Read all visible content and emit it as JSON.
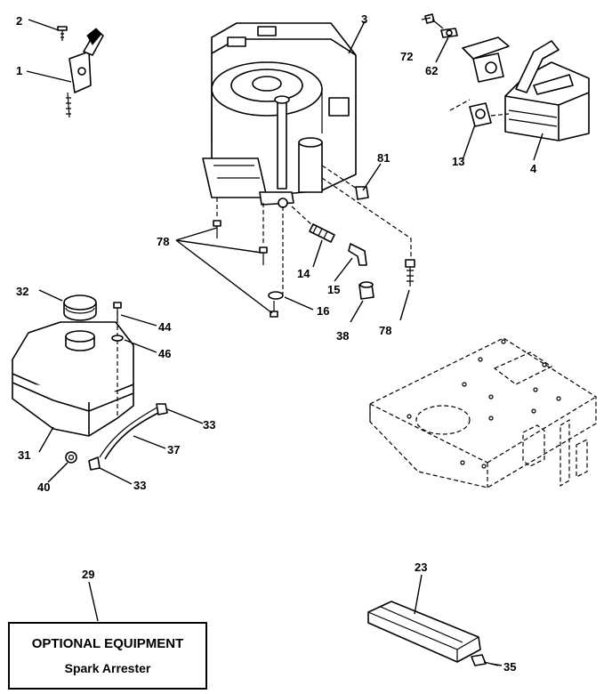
{
  "callouts": {
    "c1": "1",
    "c2": "2",
    "c3": "3",
    "c4": "4",
    "c13": "13",
    "c14": "14",
    "c15": "15",
    "c16": "16",
    "c23": "23",
    "c29": "29",
    "c31": "31",
    "c32": "32",
    "c33a": "33",
    "c33b": "33",
    "c35": "35",
    "c37": "37",
    "c38": "38",
    "c40": "40",
    "c44": "44",
    "c46": "46",
    "c62": "62",
    "c72": "72",
    "c78a": "78",
    "c78b": "78",
    "c81": "81"
  },
  "optional_box": {
    "title": "OPTIONAL EQUIPMENT",
    "subtitle": "Spark Arrester"
  }
}
